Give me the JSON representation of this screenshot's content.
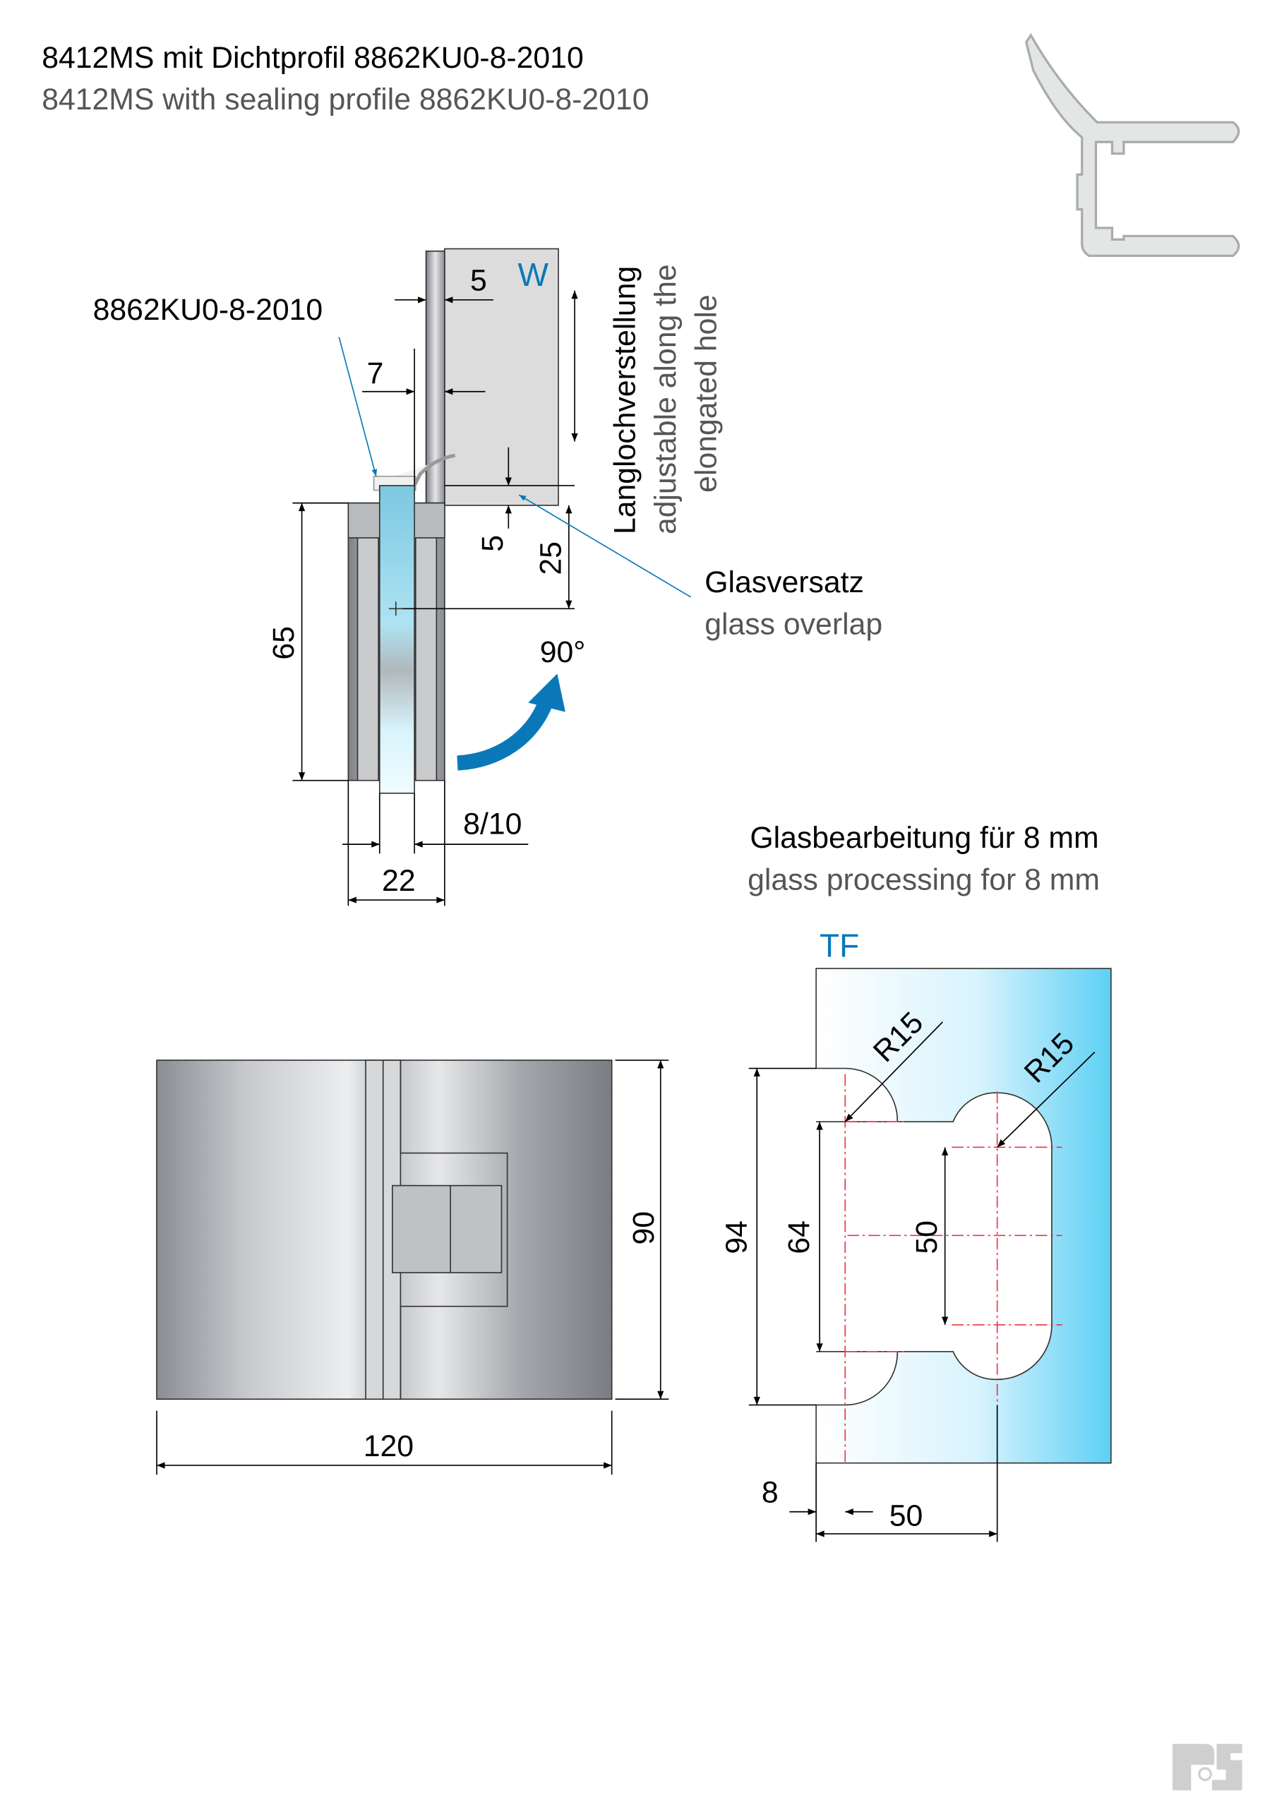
{
  "title": {
    "de": "8412MS mit Dichtprofil 8862KU0-8-2010",
    "en": "8412MS with sealing profile 8862KU0-8-2010"
  },
  "top_view": {
    "profile_label": "8862KU0-8-2010",
    "wall_label": "W",
    "dims": {
      "d5_top": "5",
      "d7": "7",
      "d5_low": "5",
      "d25": "25",
      "d65": "65",
      "d22": "22",
      "d8_10": "8/10"
    },
    "adjust_label": [
      "Langlochverstellung",
      "adjustable along the",
      "elongated hole"
    ],
    "overlap_label": {
      "de": "Glasversatz",
      "en": "glass overlap"
    },
    "angle_label": "90°"
  },
  "front_view": {
    "dims": {
      "height": "90",
      "width": "120"
    }
  },
  "glass_processing": {
    "title_de": "Glasbearbeitung für 8 mm",
    "title_en": "glass processing for 8 mm",
    "glass_label": "TF",
    "dims": {
      "r1": "R15",
      "r2": "R15",
      "d94": "94",
      "d64": "64",
      "d50v": "50",
      "d8": "8",
      "d50h": "50"
    }
  },
  "colors": {
    "accent": "#0a78b8",
    "glass": "#62d2f5",
    "centerline": "#ee3344"
  },
  "logo": {
    "text": "RS"
  }
}
